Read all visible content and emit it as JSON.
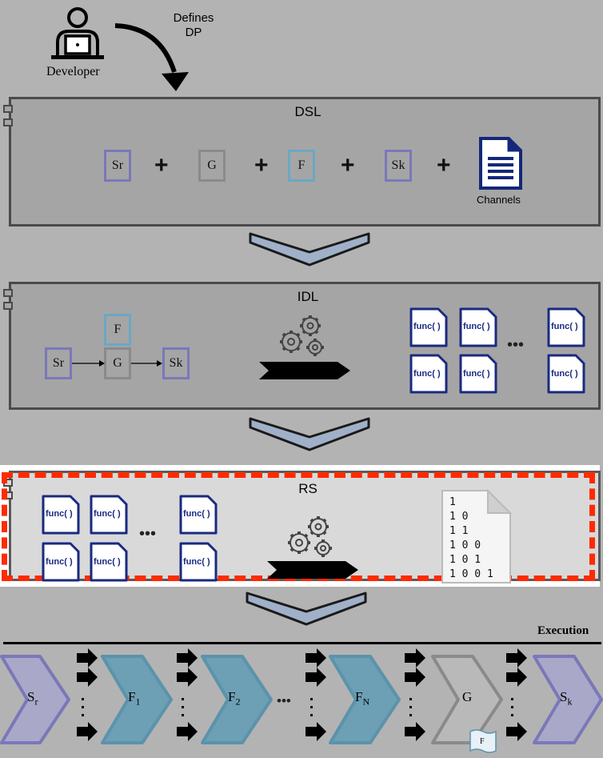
{
  "developer": {
    "label": "Developer",
    "annotation_line1": "Defines",
    "annotation_line2": "DP",
    "icon": "developer-laptop-icon"
  },
  "dsl": {
    "title": "DSL",
    "blocks": [
      {
        "label": "Sr",
        "color": "#7a78b8"
      },
      {
        "label": "G",
        "color": "#8a8a8a"
      },
      {
        "label": "F",
        "color": "#6aa8c4"
      },
      {
        "label": "Sk",
        "color": "#7a78b8"
      }
    ],
    "plus": "+",
    "channels_label": "Channels"
  },
  "idl": {
    "title": "IDL",
    "nodes": [
      {
        "label": "F"
      },
      {
        "label": "Sr"
      },
      {
        "label": "G"
      },
      {
        "label": "Sk"
      }
    ],
    "func_label": "func( )",
    "ellipsis": "•••"
  },
  "rs": {
    "title": "RS",
    "func_label": "func( )",
    "ellipsis": "•••",
    "binary_lines": [
      "1",
      "1 0",
      "1 1",
      "1 0 0",
      "1 0 1",
      "1 0 0 1"
    ],
    "highlight_color": "#ff2a00"
  },
  "execution": {
    "label": "Execution",
    "stages": [
      {
        "base": "S",
        "sub": "r",
        "color": "#a9a8c9",
        "border": "#7a78b8"
      },
      {
        "base": "F",
        "sub": "1",
        "color": "#6d9fb5",
        "border": "#5b93ab"
      },
      {
        "base": "F",
        "sub": "2",
        "color": "#6d9fb5",
        "border": "#5b93ab"
      },
      {
        "base": "F",
        "sub": "N",
        "color": "#6d9fb5",
        "border": "#5b93ab"
      },
      {
        "base": "G",
        "sub": "",
        "color": "#b9b9b9",
        "border": "#8a8a8a"
      },
      {
        "base": "S",
        "sub": "k",
        "color": "#a9a8c9",
        "border": "#7a78b8"
      }
    ],
    "mid_ellipsis": "•••",
    "g_file_label": "F"
  },
  "colors": {
    "func_border": "#1a2a80",
    "chevron": "#9fb0c8"
  }
}
